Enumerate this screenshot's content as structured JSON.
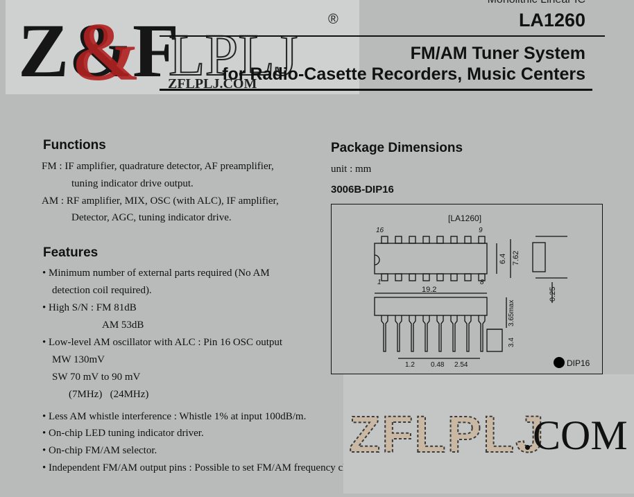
{
  "header": {
    "subtitle_top": "Monolithic Linear IC",
    "part_number": "LA1260",
    "title_line1": "FM/AM Tuner System",
    "title_line2": "for Radio-Casette Recorders, Music Centers"
  },
  "logo": {
    "mark": "Z&F",
    "wordmark": "LPLJ",
    "registered": "®",
    "url": "ZFLPLJ.COM"
  },
  "functions": {
    "heading": "Functions",
    "lines": [
      "FM : IF amplifier, quadrature detector, AF preamplifier,",
      "tuning indicator drive output.",
      "AM : RF amplifier, MIX, OSC (with ALC), IF amplifier,",
      "Detector, AGC, tuning indicator drive."
    ]
  },
  "features": {
    "heading": "Features",
    "lines": [
      "• Minimum number of external parts required (No AM",
      "detection coil required).",
      "• High S/N : FM 81dB",
      "AM 53dB",
      "• Low-level AM oscillator with ALC : Pin 16 OSC output",
      "MW 130mV",
      "SW 70 mV to 90 mV",
      "(7MHz)   (24MHz)",
      "• Less AM whistle interference : Whistle 1% at input 100dB/m.",
      "• On-chip LED tuning indicator driver.",
      "• On-chip FM/AM selector.",
      "• Independent FM/AM output pins : Possible to set FM/AM frequency characteristic independently."
    ]
  },
  "package": {
    "heading": "Package Dimensions",
    "unit": "unit : mm",
    "code": "3006B-DIP16",
    "drawing": {
      "ic_label": "[LA1260]",
      "pin_16": "16",
      "pin_9": "9",
      "pin_1": "1",
      "pin_8": "8",
      "dim_width": "6.4",
      "dim_row": "7.62",
      "dim_length": "19.2",
      "dim_height": "3.65max",
      "dim_pin": "3.4",
      "dim_lead_thick": "0.25",
      "dim_offset": "1.2",
      "dim_lead": "0.48",
      "dim_pitch": "2.54",
      "package_badge": "DIP16"
    }
  },
  "watermark": {
    "text_chips": "ZFLPLJ",
    "text_com": ".COM"
  }
}
